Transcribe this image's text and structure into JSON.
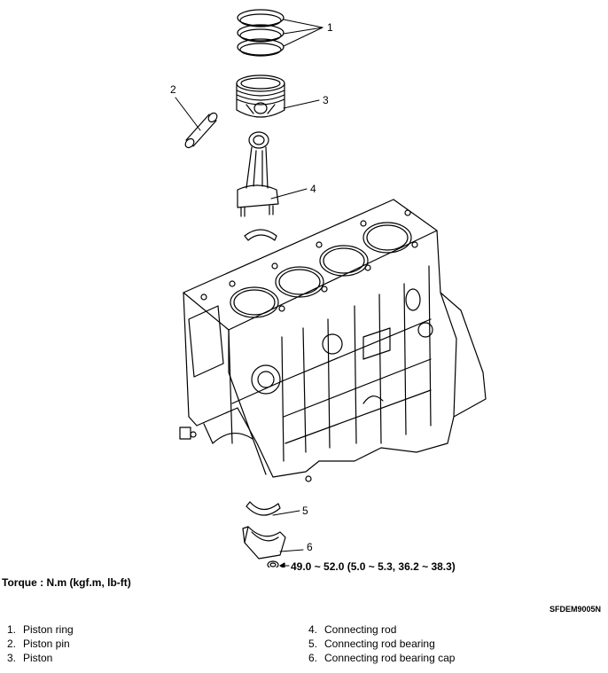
{
  "callouts": [
    "1",
    "2",
    "3",
    "4",
    "5",
    "6"
  ],
  "torque_spec": "49.0 ~ 52.0 (5.0 ~ 5.3, 36.2 ~ 38.3)",
  "torque_label": "Torque : N.m (kgf.m, lb-ft)",
  "ref_code": "SFDEM9005N",
  "legend": [
    {
      "num": "1.",
      "text": "Piston ring"
    },
    {
      "num": "2.",
      "text": "Piston pin"
    },
    {
      "num": "3.",
      "text": "Piston"
    },
    {
      "num": "4.",
      "text": "Connecting rod"
    },
    {
      "num": "5.",
      "text": "Connecting rod bearing"
    },
    {
      "num": "6.",
      "text": "Connecting rod  bearing cap"
    }
  ]
}
